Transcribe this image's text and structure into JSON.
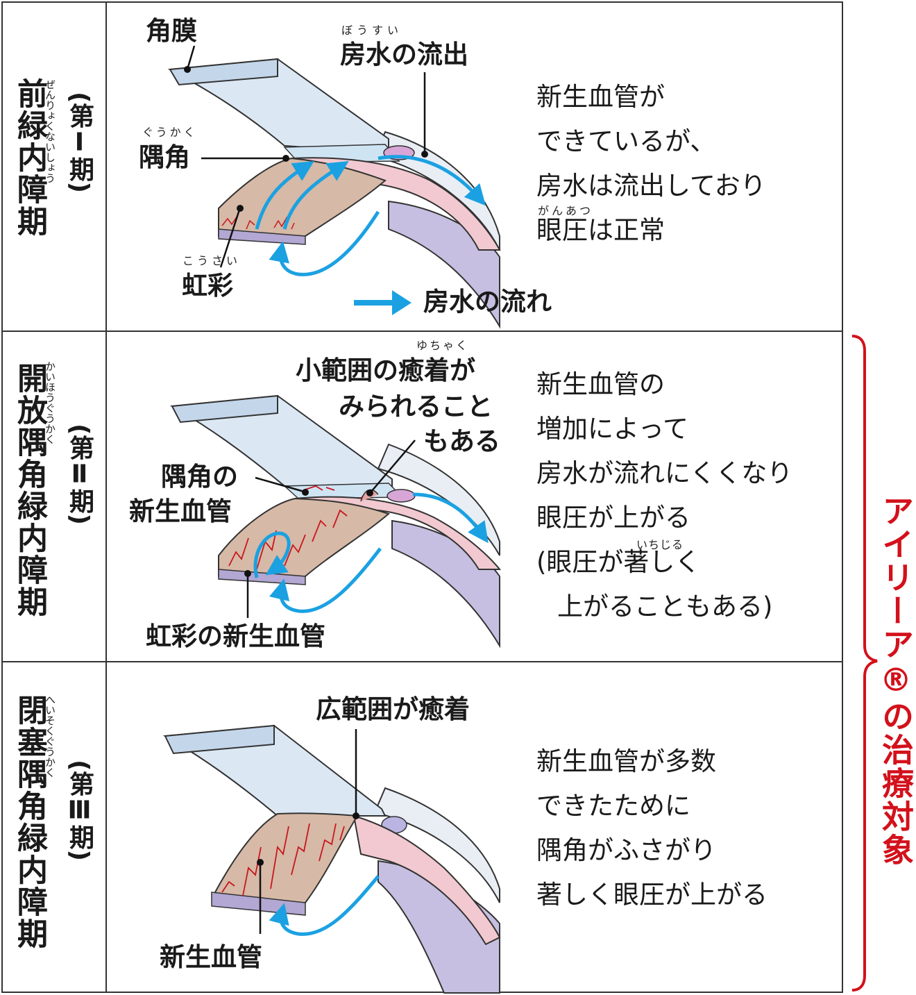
{
  "stages": [
    {
      "name": "前緑内障期",
      "furigana": "ぜんりょくないしょう",
      "stage": "(第Ⅰ期)",
      "labels": {
        "cornea": "角膜",
        "outflow": "房水の流出",
        "outflow_ruby": "ぼうすい",
        "angle": "隅角",
        "angle_ruby": "ぐうかく",
        "iris": "虹彩",
        "iris_ruby": "こうさい",
        "legend": "房水の流れ"
      },
      "description": [
        "新生血管が",
        "できているが、",
        "房水は流出しており",
        "眼圧は正常"
      ],
      "description_ruby": "がんあつ"
    },
    {
      "name": "開放隅角緑内障期",
      "furigana": "かいほうぐうかく",
      "stage": "(第Ⅱ期)",
      "labels": {
        "adhesion": [
          "小範囲の癒着が",
          "みられること",
          "もある"
        ],
        "adhesion_ruby": "ゆちゃく",
        "angle_vessels": [
          "隅角の",
          "新生血管"
        ],
        "iris_vessels": "虹彩の新生血管"
      },
      "description": [
        "新生血管の",
        "増加によって",
        "房水が流れにくくなり",
        "眼圧が上がる",
        "(眼圧が著しく",
        "上がることもある)"
      ],
      "description_ruby": "いちじる"
    },
    {
      "name": "閉塞隅角緑内障期",
      "furigana": "へいそくぐうかく",
      "stage": "(第Ⅲ期)",
      "labels": {
        "adhesion": "広範囲が癒着",
        "vessels": "新生血管"
      },
      "description": [
        "新生血管が多数",
        "できたために",
        "隅角がふさがり",
        "著しく眼圧が上がる"
      ]
    }
  ],
  "bracket": {
    "text": "アイリーア®の治療対象",
    "color": "#d3111b"
  },
  "colors": {
    "arrow": "#1ba1e2",
    "vessel": "#c8161d",
    "iris": "#d6b9a6",
    "sclera": "#f2c9d0",
    "cornea": "#dbe8f4",
    "posterior": "#b3a7d3"
  }
}
